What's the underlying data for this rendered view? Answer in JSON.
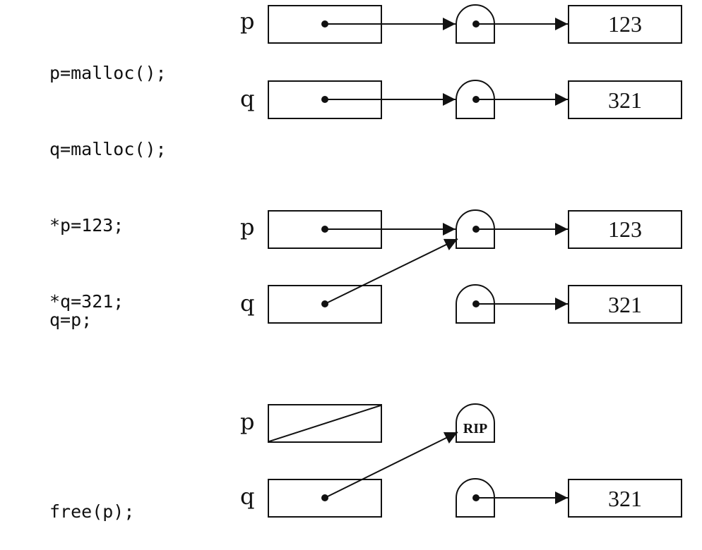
{
  "panel1": {
    "code": [
      "p=malloc();",
      "q=malloc();",
      "*p=123;",
      "*q=321;"
    ],
    "var_p": "p",
    "var_q": "q",
    "cell_p": "123",
    "cell_q": "321"
  },
  "panel2": {
    "code": [
      "q=p;"
    ],
    "var_p": "p",
    "var_q": "q",
    "cell_p": "123",
    "cell_q": "321"
  },
  "panel3": {
    "code": [
      "free(p);"
    ],
    "var_p": "p",
    "var_q": "q",
    "tomb_label": "RIP",
    "cell_q": "321"
  },
  "colors": {
    "ink": "#111111",
    "background": "#ffffff"
  }
}
